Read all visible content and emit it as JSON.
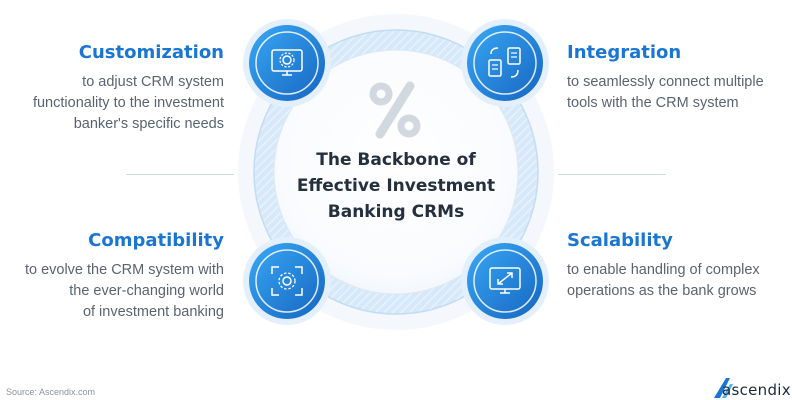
{
  "center": {
    "title_line1": "The Backbone of",
    "title_line2": "Effective Investment",
    "title_line3": "Banking CRMs"
  },
  "features": {
    "customization": {
      "title": "Customization",
      "desc1": "to adjust CRM system",
      "desc2": "functionality to the investment",
      "desc3": "banker's specific needs",
      "icon": "gear-monitor-icon"
    },
    "integration": {
      "title": "Integration",
      "desc1": "to seamlessly connect multiple",
      "desc2": "tools with the CRM system",
      "icon": "connected-documents-icon"
    },
    "compatibility": {
      "title": "Compatibility",
      "desc1": "to evolve the CRM system with",
      "desc2": "the ever-changing world",
      "desc3": "of investment banking",
      "icon": "gear-frame-icon"
    },
    "scalability": {
      "title": "Scalability",
      "desc1": "to enable handling of complex",
      "desc2": "operations as the bank grows",
      "icon": "expand-monitor-icon"
    }
  },
  "decor": {
    "percent_glyph": "%",
    "percent_icon": "percent-icon"
  },
  "footer": {
    "source": "Source:  Ascendix.com",
    "logo_text": "ascendix",
    "logo_icon": "ascendix-logo-icon"
  },
  "colors": {
    "accent": "#1976d2",
    "accent_light": "#2a9af0",
    "ring": "#cfe4f7",
    "text_dark": "#25303e",
    "text_gray": "#5a6470"
  }
}
